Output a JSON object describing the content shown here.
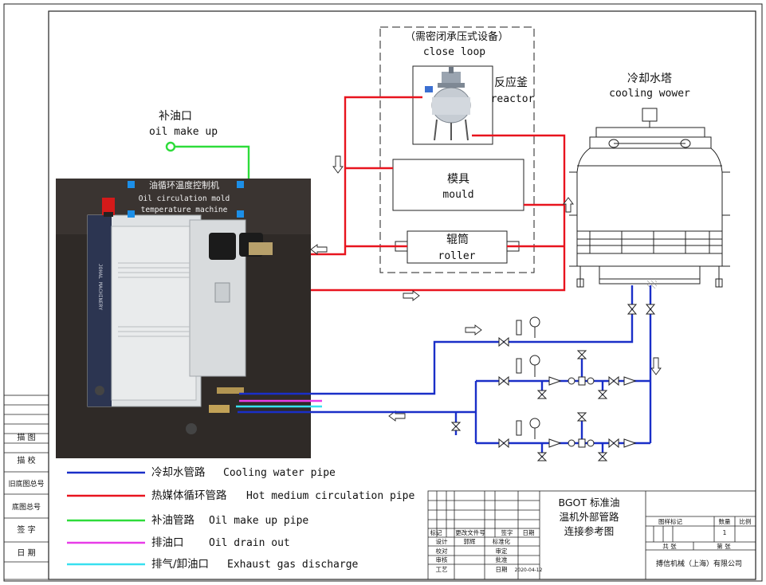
{
  "closed_loop": {
    "cn": "（需密闭承压式设备）",
    "en": "close loop"
  },
  "reactor": {
    "cn": "反应釜",
    "en": "reactor"
  },
  "mould": {
    "cn": "模具",
    "en": "mould"
  },
  "roller": {
    "cn": "辊筒",
    "en": "roller"
  },
  "cooling_tower": {
    "cn": "冷却水塔",
    "en": "cooling wower"
  },
  "oil_makeup": {
    "cn": "补油口",
    "en": "oil make up"
  },
  "machine": {
    "cn": "油循环温度控制机",
    "en_line1": "Oil circulation mold",
    "en_line2": "temperature machine",
    "side_label": "JOHAL MACHINERY"
  },
  "legend": [
    {
      "cn": "冷却水管路",
      "en": "Cooling water pipe",
      "color": "#1a2fc8"
    },
    {
      "cn": "热媒体循环管路",
      "en": "Hot medium circulation pipe",
      "color": "#e8141e"
    },
    {
      "cn": "补油管路",
      "en": "Oil make up pipe",
      "color": "#2edc3a"
    },
    {
      "cn": "排油口",
      "en": "Oil drain out",
      "color": "#e83ce8"
    },
    {
      "cn": "排气/卸油口",
      "en": "Exhaust gas discharge",
      "color": "#38e0f0"
    }
  ],
  "left_box": [
    "描 图",
    "描 校",
    "旧底图总号",
    "底图总号",
    "签 字",
    "日 期"
  ],
  "title_block": {
    "title_line1": "BGOT 标准油",
    "title_line2": "温机外部管路",
    "title_line3": "连接参考图",
    "row_headers": [
      "标记",
      "更改文件号",
      "签字",
      "日期"
    ],
    "design": "设计",
    "designer": "郭辉",
    "standardize": "标准化",
    "check": "校对",
    "review": "审定",
    "audit": "审核",
    "approve": "批准",
    "process": "工艺",
    "date_label": "日期",
    "date": "2020-04-12",
    "stage": "图样标记",
    "qty_label": "数量",
    "scale_label": "比例",
    "qty": "1",
    "total_sheets": "共 张",
    "sheet_no": "第 张",
    "company": "搏信机械（上海）有限公司"
  }
}
